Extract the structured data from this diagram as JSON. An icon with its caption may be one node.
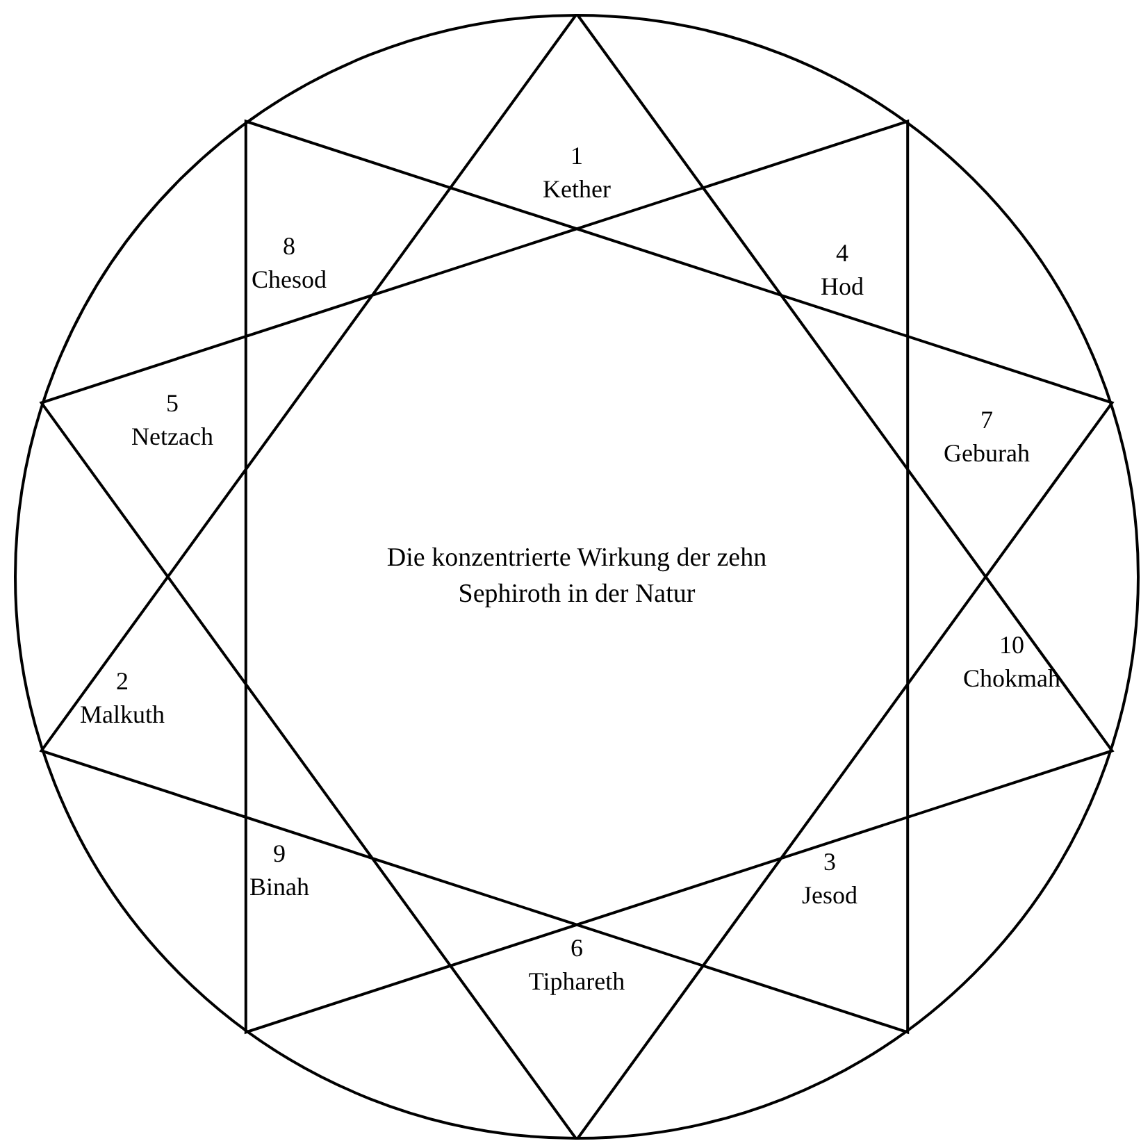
{
  "diagram": {
    "nodes": [
      {
        "text": [
          "Die konzentrierte Wirkung der zehn Sephiroth in der Natur"
        ]
      },
      {
        "text": [
          "1",
          "Kether"
        ],
        "in": 0
      },
      {
        "text": [
          "8",
          "Chesod"
        ],
        "in": 0
      },
      {
        "text": [
          "4",
          "Hod"
        ],
        "in": 0
      },
      {
        "text": [
          "5",
          "Netzach"
        ],
        "in": 0
      },
      {
        "text": [
          "7",
          "Geburah"
        ],
        "in": 0
      },
      {
        "text": [
          "2",
          "Malkuth"
        ],
        "in": 0
      },
      {
        "text": [
          "10",
          "Chokmah"
        ],
        "in": 0
      },
      {
        "text": [
          "9",
          "Binah"
        ],
        "in": 0
      },
      {
        "text": [
          "6",
          "Tiphareth"
        ],
        "in": 0
      },
      {
        "text": [
          "3",
          "Jesod"
        ],
        "in": 0
      }
    ],
    "edges": []
  }
}
